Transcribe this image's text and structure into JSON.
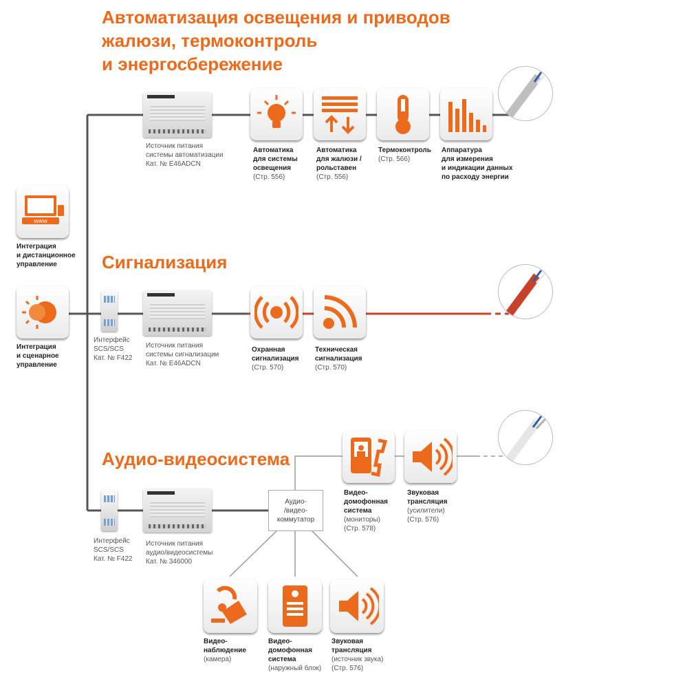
{
  "titles": {
    "automation": [
      "Автоматизация освещения и приводов",
      "жалюзи, термоконтроль",
      "и энергосбережение"
    ],
    "alarm": "Сигнализация",
    "av": "Аудио-видеосистема"
  },
  "left": {
    "integration_remote": [
      "Интеграция",
      "и дистанционное",
      "управление"
    ],
    "integration_scenario": [
      "Интеграция",
      "и сценарное",
      "управление"
    ],
    "www": "WWW"
  },
  "automation_row": {
    "power_supply": [
      "Источник питания",
      "системы автоматизации",
      "Кат. № E46ADCN"
    ],
    "lighting": {
      "title": [
        "Автоматика",
        "для системы",
        "освещения"
      ],
      "page": "(Стр. 556)"
    },
    "blinds": {
      "title": [
        "Автоматика",
        "для жалюзи /",
        "рольставен"
      ],
      "page": "(Стр. 556)"
    },
    "thermo": {
      "title": [
        "Термоконтроль"
      ],
      "page": "(Стр. 566)"
    },
    "energy": {
      "title": [
        "Аппаратура",
        "для измерения",
        "и индикации данных",
        "по расходу энергии"
      ],
      "page": ""
    }
  },
  "alarm_row": {
    "interface": [
      "Интерфейс",
      "SCS/SCS",
      "Кат. № F422"
    ],
    "power_supply": [
      "Источник питания",
      "системы сигнализации",
      "Кат. № E46ADCN"
    ],
    "security": {
      "title": [
        "Охранная",
        "сигнализация"
      ],
      "page": "(Стр. 570)"
    },
    "technical": {
      "title": [
        "Техническая",
        "сигнализация"
      ],
      "page": "(Стр. 570)"
    }
  },
  "av_row": {
    "interface": [
      "Интерфейс",
      "SCS/SCS",
      "Кат. № F422"
    ],
    "power_supply": [
      "Источник питания",
      "аудио/видеосистемы",
      "Кат. № 346000"
    ],
    "switch": [
      "Аудио-",
      "/видео-",
      "коммутатор"
    ],
    "intercom": {
      "title": [
        "Видео-",
        "домофонная",
        "система"
      ],
      "sub": [
        "(мониторы)",
        "(Стр. 578)"
      ]
    },
    "audio": {
      "title": [
        "Звуковая",
        "трансляция"
      ],
      "sub": [
        "(усилители)",
        "(Стр. 576)"
      ]
    },
    "camera": {
      "title": [
        "Видео-",
        "наблюдение"
      ],
      "sub": [
        "(камера)"
      ]
    },
    "door": {
      "title": [
        "Видео-",
        "домофонная",
        "система"
      ],
      "sub": [
        "(наружный блок)"
      ]
    },
    "audio_source": {
      "title": [
        "Звуковая",
        "трансляция"
      ],
      "sub": [
        "(источник звука)",
        "(Стр. 576)"
      ]
    }
  },
  "colors": {
    "accent": "#ec6a1c",
    "bus_gray": "#555555",
    "bus_red": "#c8412a"
  },
  "icons": [
    "laptop-icon",
    "sun-moon-icon",
    "bulb-icon",
    "blinds-icon",
    "thermometer-icon",
    "bar-chart-icon",
    "alarm-icon",
    "wireless-icon",
    "intercom-monitor-icon",
    "speaker-icon",
    "camera-icon",
    "door-panel-icon"
  ]
}
